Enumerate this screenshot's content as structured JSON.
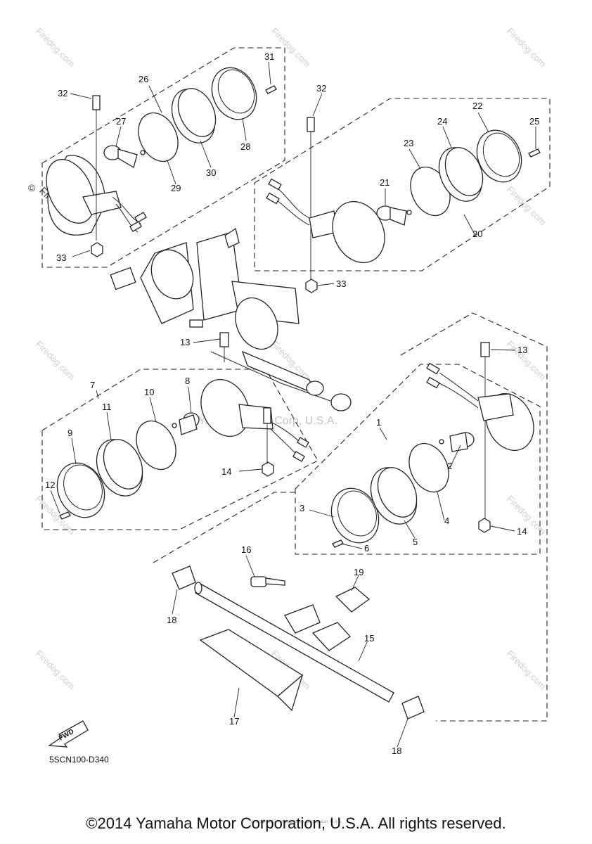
{
  "diagram": {
    "code": "5SCN100-D340",
    "fwd_label": "FWD",
    "watermark_brand": "Firedog.com",
    "center_watermark": "Yamaha Motor Corp, U.S.A.",
    "copyright_symbol": "©",
    "callouts": [
      "1",
      "2",
      "3",
      "4",
      "5",
      "6",
      "7",
      "8",
      "9",
      "10",
      "11",
      "12",
      "13",
      "14",
      "15",
      "16",
      "17",
      "18",
      "19",
      "20",
      "21",
      "22",
      "23",
      "24",
      "25",
      "26",
      "27",
      "28",
      "29",
      "30",
      "31",
      "32",
      "33"
    ]
  },
  "footer": {
    "copyright": "©2014 Yamaha Motor Corporation, U.S.A. All rights reserved.",
    "fineprint": "(c) 2005-2015 Yamaha Motor Corporation, U.S.A."
  }
}
